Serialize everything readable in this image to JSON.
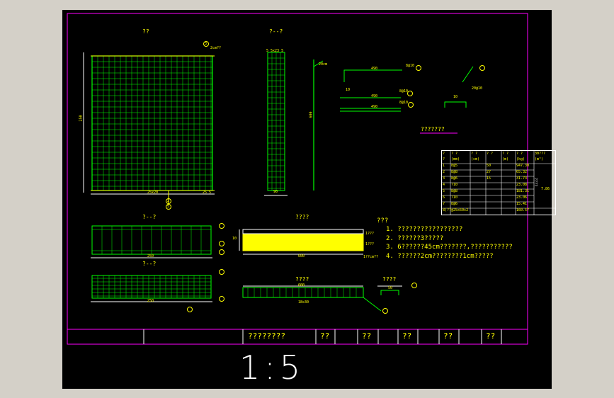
{
  "titles": {
    "plan": "??",
    "section_top": "?--?",
    "section_left1": "?--?",
    "section_left2": "?--?",
    "elevation": "????",
    "elevation2": "????",
    "small_detail": "????",
    "table_title": "???????",
    "notes_title": "???"
  },
  "dims": {
    "plan_bottom": "25x20",
    "plan_bottom_right": "25 5",
    "plan_top_right": "2cm??",
    "plan_left": "250",
    "section_bottom": "90",
    "section_top": "5 5x23 5",
    "rebar_vertical": "600",
    "rebar1_len": "490",
    "rebar2_len": "490",
    "rebar3_len": "490",
    "rebar1_spec": "8@10",
    "rebar2_spec": "8@10",
    "rebar3_spec": "8@10",
    "rebar_side": "10",
    "left_rebar_top": "20cm",
    "right_rebar": "20@10",
    "right_rebar_small": "10",
    "detail1_bottom": "250",
    "detail2_bottom": "250",
    "elev_bottom": "600",
    "elev_right1": "1???",
    "elev_right2": "1???",
    "elev_right3": "1??cm??",
    "elev_left": "10",
    "elev2_top": "600",
    "elev2_bottom": "18x30",
    "small_detail_dim": "50"
  },
  "markers": [
    "1",
    "2",
    "3",
    "4",
    "5",
    "6"
  ],
  "table": {
    "headers": [
      "?",
      "? ?",
      "? ?",
      "? ?",
      "? ?",
      "? ?",
      "30???"
    ],
    "subheaders": [
      "?",
      "(mm)",
      "(cm)",
      "",
      "(m)",
      "(kg)",
      "(m³)"
    ],
    "rows": [
      [
        "1",
        "8@5",
        "50",
        "",
        "947.30"
      ],
      [
        "2",
        "8@8",
        "27",
        "",
        "65.32"
      ],
      [
        "3",
        "8@6",
        "15",
        "",
        "31.73"
      ],
      [
        "4",
        "?10",
        "",
        "",
        "23.08"
      ],
      [
        "5",
        "8@8",
        "",
        "",
        "181.31"
      ],
      [
        "6",
        "?10",
        "",
        "",
        "23.06"
      ],
      [
        "7",
        "8@6",
        "",
        "",
        "15.41"
      ],
      [
        "8(??)",
        "□25x50x2",
        "",
        "",
        "160.57"
      ]
    ],
    "volume": "7.86"
  },
  "notes": [
    "1. ?????????????????",
    "2. ??????3?????",
    "3. 6??????45cm???????,???????????",
    "4. ??????2cm????????1cm?????"
  ],
  "title_block": {
    "drawing_name": "????????",
    "c1": "??",
    "c2": "??",
    "c3": "??",
    "c4": "??",
    "c5": "??"
  },
  "scale": "1:5",
  "side_label": "????"
}
